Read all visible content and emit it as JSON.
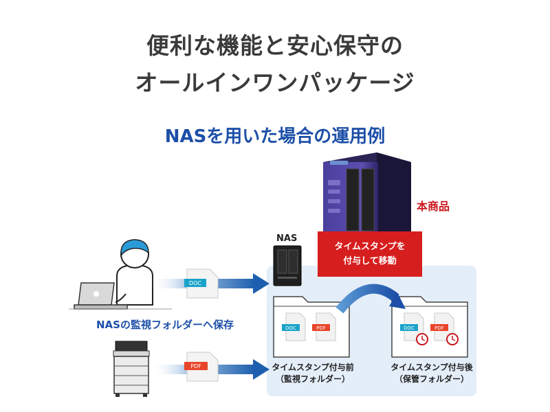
{
  "title": {
    "line1": "便利な機能と安心保守の",
    "line2": "オールインワンパッケージ"
  },
  "subtitle": "NASを用いた場合の運用例",
  "product_label": "本商品",
  "timestamp_box": {
    "line1": "タイムスタンプを",
    "line2": "付与して移動"
  },
  "nas_label": "NAS",
  "save_label": "NASの監視フォルダーへ保存",
  "file_icons": {
    "doc": "DOC",
    "pdf": "PDF"
  },
  "folder_before": {
    "line1": "タイムスタンプ付与前",
    "line2": "（監視フォルダー）"
  },
  "folder_after": {
    "line1": "タイムスタンプ付与後",
    "line2": "（保管フォルダー）"
  },
  "colors": {
    "title": "#3a3a3a",
    "accent_blue": "#1d4fa8",
    "accent_red": "#d71e1e",
    "panel_bg": "#e4eef9",
    "doc_color": "#1aa3c9",
    "pdf_color": "#e8452a"
  }
}
